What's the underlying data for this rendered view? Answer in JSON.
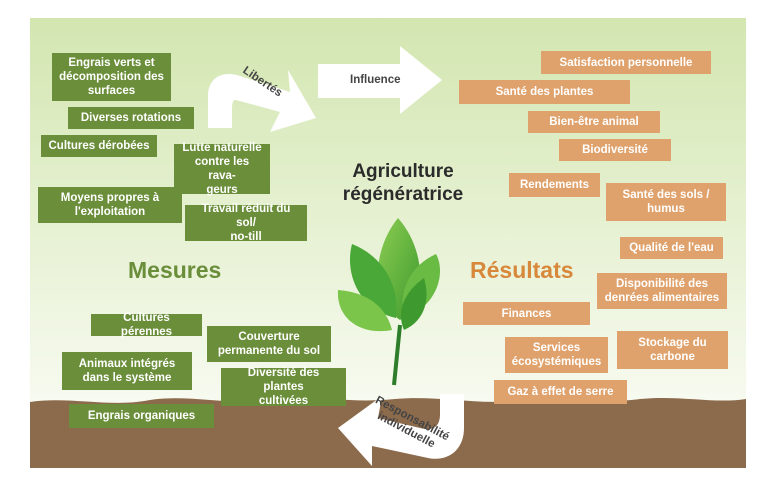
{
  "title": "Agriculture\nrégénératrice",
  "sections": {
    "mesures": "Mesures",
    "resultats": "Résultats"
  },
  "arrows": {
    "libertes": "Libertés",
    "influence": "Influence",
    "responsabilite": "Responsabilité\nindividuelle"
  },
  "mesures_items": [
    "Engrais verts et\ndécomposition des\nsurfaces",
    "Diverses rotations",
    "Cultures dérobées",
    "Lutte naturelle\ncontre les rava-\ngeurs",
    "Moyens propres à\nl'exploitation",
    "Travail réduit du sol/\nno-till",
    "Cultures pérennes",
    "Couverture\npermanente du sol",
    "Animaux intégrés\ndans le système",
    "Diversité des plantes\ncultivées",
    "Engrais organiques"
  ],
  "resultats_items": [
    "Satisfaction personnelle",
    "Santé des plantes",
    "Bien-être animal",
    "Biodiversité",
    "Rendements",
    "Santé des sols /\nhumus",
    "Qualité de l'eau",
    "Disponibilité des\ndenrées alimentaires",
    "Finances",
    "Services\nécosystémiques",
    "Stockage du\ncarbone",
    "Gaz à effet de serre"
  ],
  "colors": {
    "mesures": "#6b8e3a",
    "resultats": "#e0a26c",
    "soil": "#8c6a4c",
    "sky_top": "#d7e8b8",
    "sky_bottom": "#f7faf0"
  }
}
